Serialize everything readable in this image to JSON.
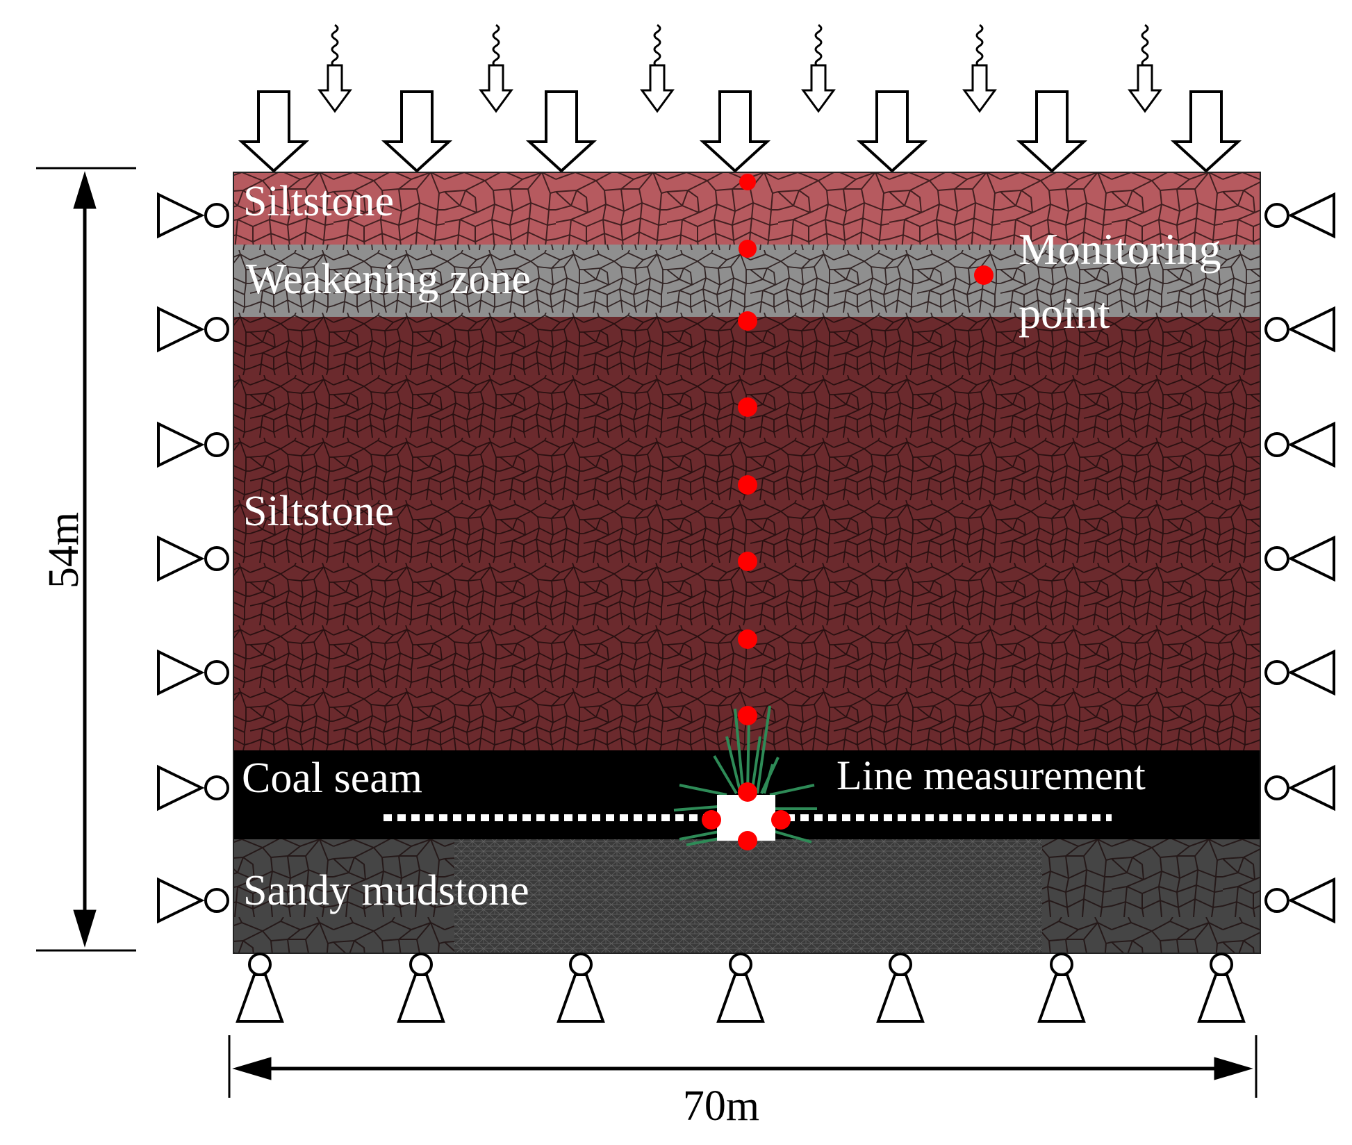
{
  "layers": {
    "siltstone_top": "Siltstone",
    "weakening_zone": "Weakening zone",
    "siltstone_main": "Siltstone",
    "coal_seam": "Coal seam",
    "sandy_mudstone": "Sandy mudstone"
  },
  "annotations": {
    "monitoring_point_line1": "Monitoring",
    "monitoring_point_line2": "point",
    "line_measurement": "Line measurement"
  },
  "dimensions": {
    "height": "54m",
    "width": "70m"
  },
  "colors": {
    "siltstone_top": "#b65a5f",
    "weakening_zone": "#8f8f8f",
    "siltstone_main": "#6b2a2d",
    "coal_seam": "#000000",
    "sandy_mudstone": "#454545",
    "mesh_line": "#1a0a0a",
    "monitoring_point": "#ff0000",
    "bolt": "#2e8b57",
    "label_text": "#ffffff"
  }
}
